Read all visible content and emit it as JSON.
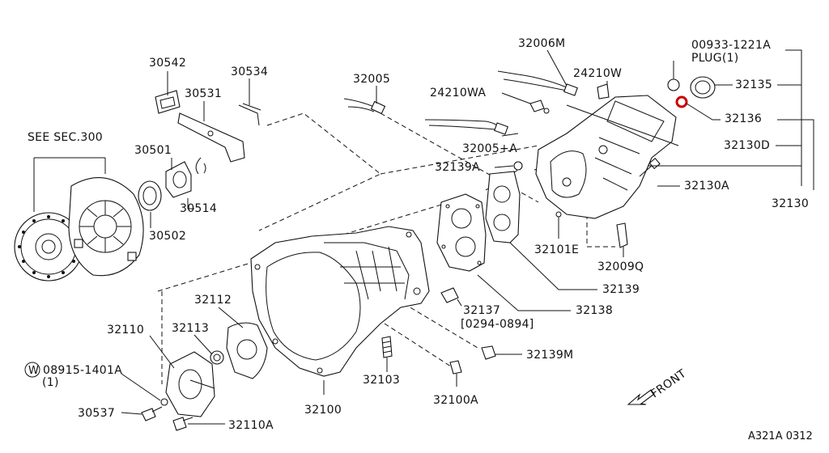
{
  "labels": {
    "see_sec": "SEE SEC.300",
    "p30542": "30542",
    "p30534": "30534",
    "p30531": "30531",
    "p30501": "30501",
    "p30514": "30514",
    "p30502": "30502",
    "p32005": "32005",
    "p32006M": "32006M",
    "p24210W": "24210W",
    "p24210WA": "24210WA",
    "p00933": "00933-1221A",
    "plug": "PLUG(1)",
    "p32135": "32135",
    "p32136": "32136",
    "p32130D": "32130D",
    "p32005A": "32005+A",
    "p32139A": "32139A",
    "p32130A": "32130A",
    "p32130": "32130",
    "p32101E": "32101E",
    "p32009Q": "32009Q",
    "p32139": "32139",
    "p32137": "32137",
    "p32138": "32138",
    "date_range": "[0294-0894]",
    "p32112": "32112",
    "p32110": "32110",
    "p32113": "32113",
    "w08915": "08915-1401A",
    "w_qty": "(1)",
    "w_mark": "W",
    "p32103": "32103",
    "p32139M": "32139M",
    "p32100": "32100",
    "p32100A": "32100A",
    "p30537": "30537",
    "p32110A": "32110A",
    "front": "FRONT",
    "ref_code": "A321A 0312"
  },
  "colors": {
    "ink": "#111111",
    "highlight": "#cc0000"
  }
}
